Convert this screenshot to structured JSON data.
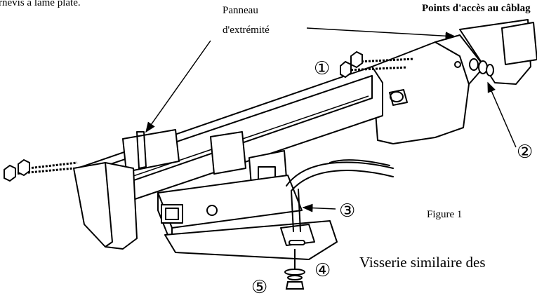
{
  "text": {
    "instruction_fragment": "rnevis à lame plate.",
    "panneau_line1": "Panneau",
    "panneau_line2": "d'extrémité",
    "access_points": "Points d'accès au câblag",
    "figure_label": "Figure 1",
    "similar_hardware": "Visserie similaire des"
  },
  "callouts": [
    "①",
    "②",
    "③",
    "④",
    "⑤"
  ],
  "colors": {
    "line": "#000000",
    "background": "#ffffff"
  }
}
